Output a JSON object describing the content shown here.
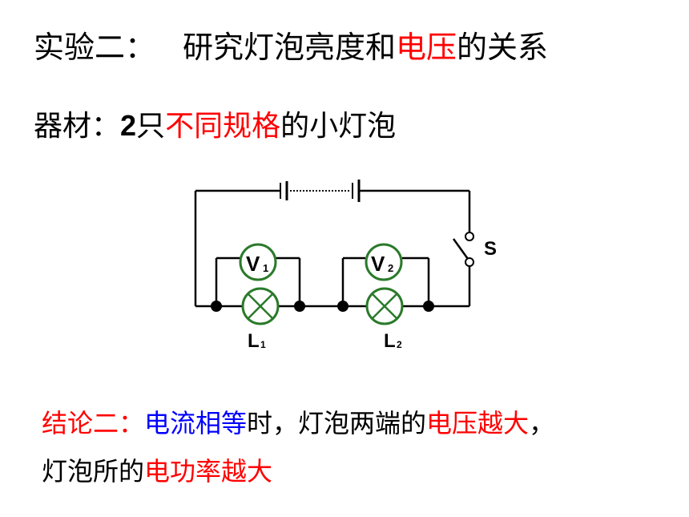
{
  "title": {
    "prefix": "实验二：",
    "text_before": "研究灯泡亮度和",
    "highlight": "电压",
    "text_after": "的关系"
  },
  "equipment": {
    "label": "器材：",
    "count": "2",
    "unit": "只",
    "highlight": "不同规格",
    "text_after": "的小灯泡"
  },
  "circuit": {
    "switch_label": "S",
    "voltmeter1": {
      "letter": "V",
      "sub": "1"
    },
    "voltmeter2": {
      "letter": "V",
      "sub": "2"
    },
    "lamp1": {
      "letter": "L",
      "sub": "1"
    },
    "lamp2": {
      "letter": "L",
      "sub": "2"
    }
  },
  "conclusion": {
    "label": "结论二：",
    "condition": "电流相等",
    "text1": "时，灯泡两端的",
    "result1": "电压越大",
    "comma": "，",
    "line2_text": "灯泡所的",
    "result2": "电功率越大"
  },
  "colors": {
    "highlight_red": "#ff0000",
    "condition_blue": "#0000ff",
    "meter_green": "#2a7a2a"
  }
}
